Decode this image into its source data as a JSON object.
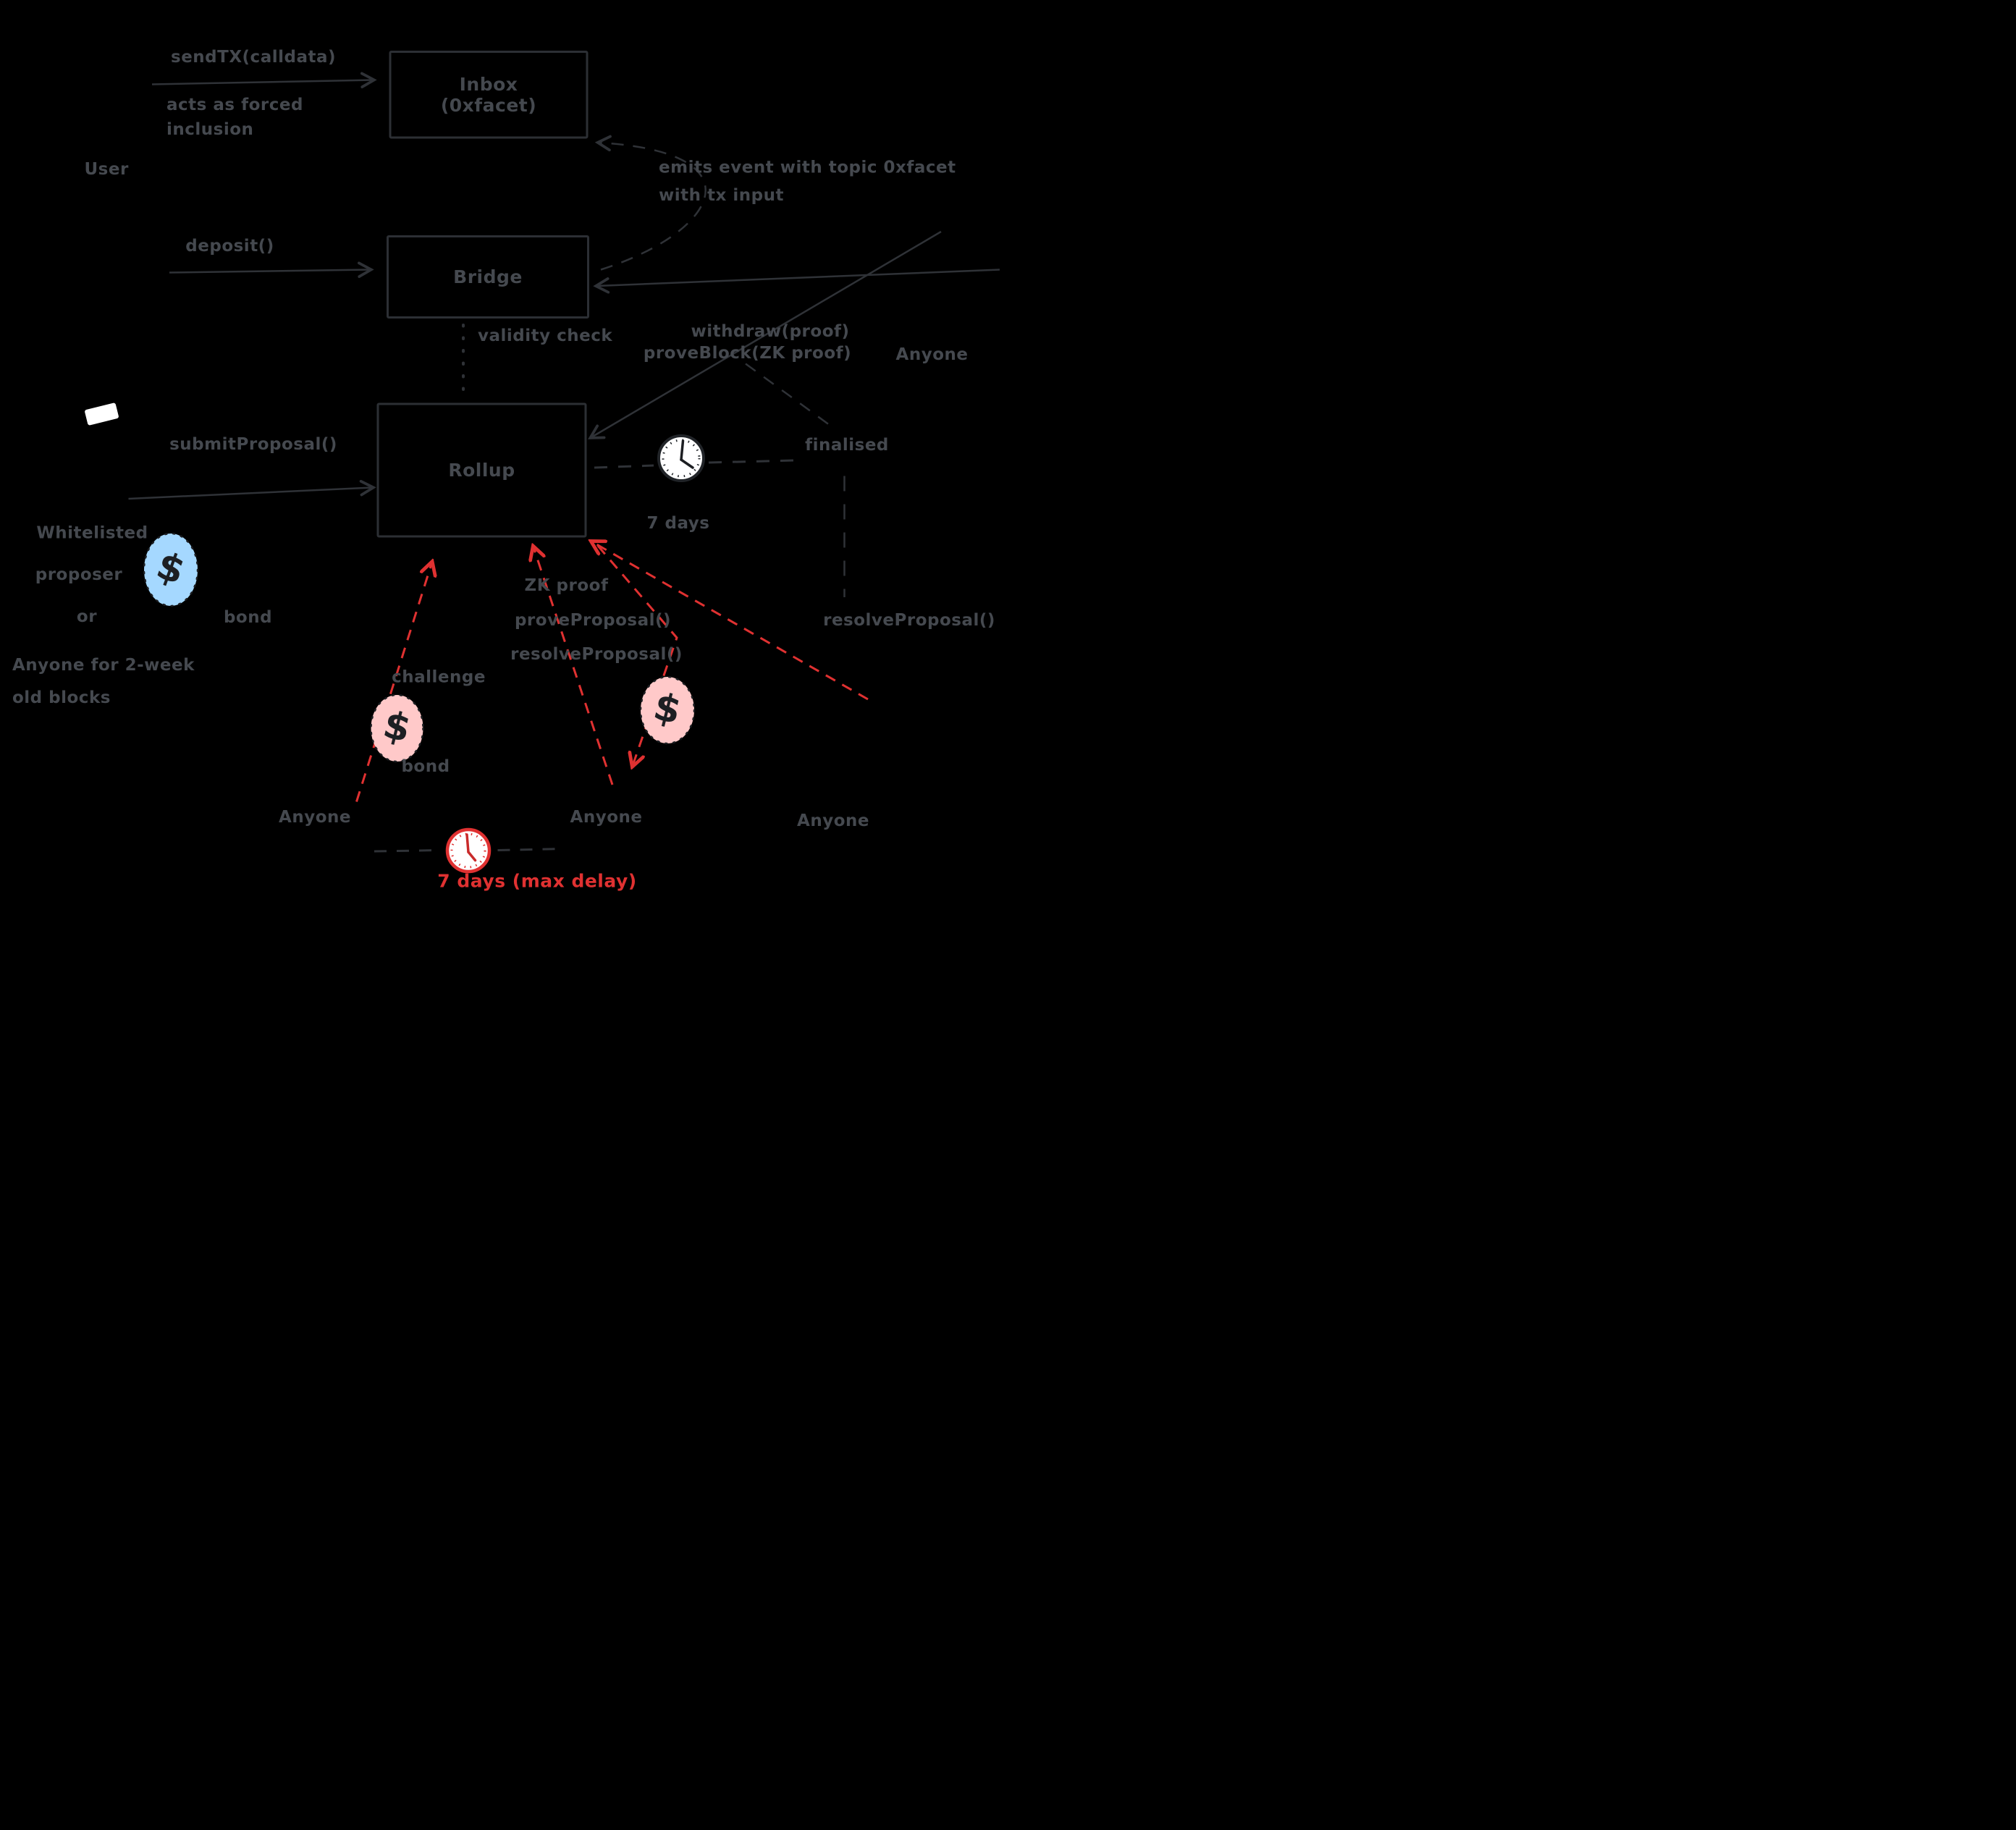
{
  "title": "Rollup / bridge architecture hand-drawn diagram",
  "colors": {
    "background": "#000000",
    "ink": "#2f3237",
    "text": "#45494f",
    "red": "#e03131",
    "blue_fill": "#a5d8ff",
    "pink_fill": "#ffc9c9",
    "white": "#ffffff"
  },
  "nodes": {
    "inbox": {
      "title": "Inbox",
      "subtitle": "(0xfacet)"
    },
    "bridge": {
      "title": "Bridge"
    },
    "rollup": {
      "title": "Rollup"
    }
  },
  "labels": {
    "send_tx": "sendTX(calldata)",
    "forced_inclusion_line1": "acts as forced",
    "forced_inclusion_line2": "inclusion",
    "user": "User",
    "emits_line1": "emits event with topic 0xfacet",
    "emits_line2": "with tx input",
    "deposit": "deposit()",
    "withdraw": "withdraw(proof)",
    "validity_check": "validity check",
    "prove_block": "proveBlock(ZK proof)",
    "anyone_upper_right": "Anyone",
    "submit_proposal": "submitProposal()",
    "finalised": "finalised",
    "seven_days": "7 days",
    "bond_blue": "bond",
    "whitelisted_line1": "Whitelisted",
    "whitelisted_line2": "proposer",
    "or": "or",
    "anyone_2week_line1": "Anyone for 2-week",
    "anyone_2week_line2": "old blocks",
    "challenge": "challenge",
    "zk_proof": "ZK proof",
    "prove_proposal": "proveProposal()",
    "resolve_proposal": "resolveProposal()",
    "resolve_proposal_right": "resolveProposal()",
    "bond_pink": "bond",
    "anyone_bottom_left": "Anyone",
    "anyone_bottom_middle": "Anyone",
    "anyone_bottom_right": "Anyone",
    "seven_days_max": "7 days (max delay)",
    "dollar": "$"
  }
}
